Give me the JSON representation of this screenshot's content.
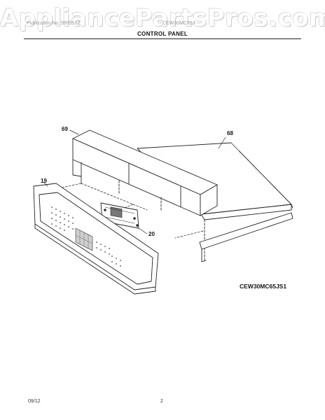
{
  "watermark": "AppliancePartsPros.com",
  "header": {
    "left_text": "Publication No. 5995512",
    "mid_text": "CEW30MC65J",
    "title": "CONTROL PANEL"
  },
  "callouts": {
    "c69": "69",
    "c68": "68",
    "c19": "19",
    "c20": "20"
  },
  "model_number": "CEW30MC65JS1",
  "footer": {
    "date": "09/12",
    "page": "2"
  },
  "colors": {
    "line": "#222222",
    "watermark_outline": "#bdbdbd"
  }
}
